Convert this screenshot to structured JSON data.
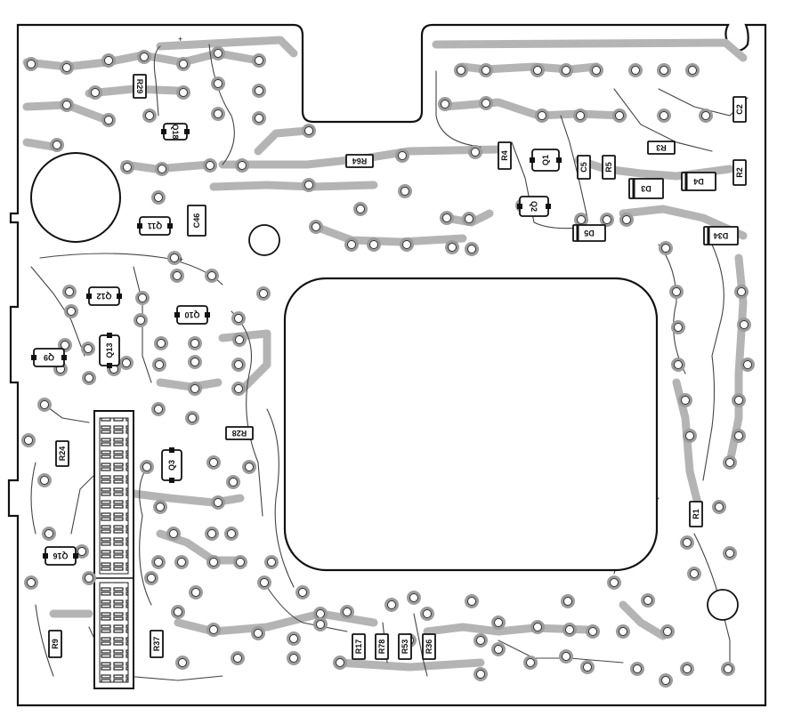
{
  "board": {
    "components": [
      {
        "id": "q18",
        "label": "Q18",
        "kind": "transistor",
        "rotate": 90
      },
      {
        "id": "r29",
        "label": "R29",
        "kind": "resistor",
        "rotate": 90
      },
      {
        "id": "r64",
        "label": "R64",
        "kind": "resistor",
        "rotate": 180
      },
      {
        "id": "r4",
        "label": "R4",
        "kind": "resistor",
        "rotate": -90
      },
      {
        "id": "q1",
        "label": "Q1",
        "kind": "transistor",
        "rotate": -90
      },
      {
        "id": "c5",
        "label": "C5",
        "kind": "capacitor",
        "rotate": -90
      },
      {
        "id": "r5",
        "label": "R5",
        "kind": "resistor",
        "rotate": -90
      },
      {
        "id": "r3",
        "label": "R3",
        "kind": "resistor",
        "rotate": 180
      },
      {
        "id": "c2",
        "label": "C2",
        "kind": "capacitor",
        "rotate": -90
      },
      {
        "id": "d3",
        "label": "D3",
        "kind": "diode",
        "rotate": 180
      },
      {
        "id": "d4",
        "label": "D4",
        "kind": "diode",
        "rotate": 180
      },
      {
        "id": "r2",
        "label": "R2",
        "kind": "resistor",
        "rotate": -90
      },
      {
        "id": "q2",
        "label": "Q2",
        "kind": "transistor",
        "rotate": 90
      },
      {
        "id": "d5",
        "label": "D5",
        "kind": "diode",
        "rotate": 180
      },
      {
        "id": "d34",
        "label": "D34",
        "kind": "diode",
        "rotate": 180
      },
      {
        "id": "q11",
        "label": "Q11",
        "kind": "transistor",
        "rotate": 180
      },
      {
        "id": "c46",
        "label": "C46",
        "kind": "capacitor",
        "rotate": -90
      },
      {
        "id": "q12",
        "label": "Q12",
        "kind": "transistor",
        "rotate": 180
      },
      {
        "id": "q10",
        "label": "Q10",
        "kind": "transistor",
        "rotate": 180
      },
      {
        "id": "q9",
        "label": "Q9",
        "kind": "transistor",
        "rotate": 180
      },
      {
        "id": "q13",
        "label": "Q13",
        "kind": "transistor",
        "rotate": -90
      },
      {
        "id": "r28",
        "label": "R28",
        "kind": "resistor",
        "rotate": 180
      },
      {
        "id": "r24",
        "label": "R24",
        "kind": "resistor",
        "rotate": -90
      },
      {
        "id": "q3",
        "label": "Q3",
        "kind": "transistor",
        "rotate": -90
      },
      {
        "id": "q16",
        "label": "Q16",
        "kind": "transistor",
        "rotate": 180
      },
      {
        "id": "r1",
        "label": "R1",
        "kind": "resistor",
        "rotate": -90
      },
      {
        "id": "r9",
        "label": "R9",
        "kind": "resistor",
        "rotate": -90
      },
      {
        "id": "r37",
        "label": "R37",
        "kind": "resistor",
        "rotate": -90
      },
      {
        "id": "r17",
        "label": "R17",
        "kind": "resistor",
        "rotate": -90
      },
      {
        "id": "r78",
        "label": "R78",
        "kind": "resistor",
        "rotate": -90
      },
      {
        "id": "r53",
        "label": "R53",
        "kind": "resistor",
        "rotate": -90
      },
      {
        "id": "r36",
        "label": "R36",
        "kind": "resistor",
        "rotate": -90
      }
    ],
    "plus_marks": [
      "+",
      "+"
    ]
  }
}
